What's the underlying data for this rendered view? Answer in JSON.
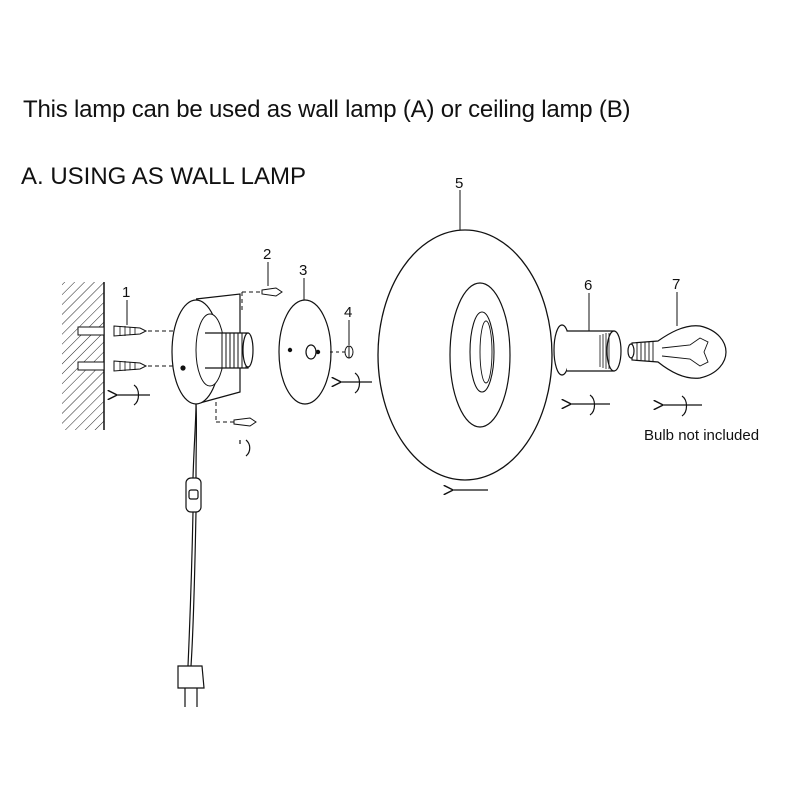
{
  "intro_text": "This lamp can be used as wall lamp (A) or ceiling lamp (B)",
  "section_title": "A.  USING AS WALL LAMP",
  "parts": [
    "1",
    "2",
    "3",
    "4",
    "5",
    "6",
    "7"
  ],
  "bulb_note": "Bulb not included"
}
